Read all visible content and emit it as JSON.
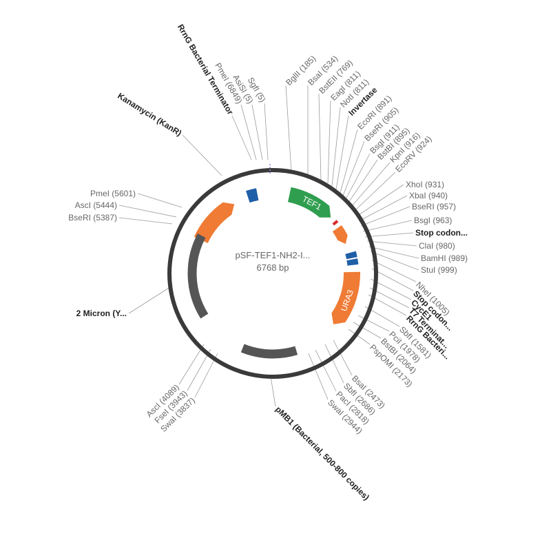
{
  "plasmid": {
    "name": "pSF-TEF1-NH2-I...",
    "size": "6768 bp",
    "colors": {
      "backbone": "#3a3a3a",
      "orange": "#ef7b35",
      "green": "#2f9e4f",
      "blue": "#1f5fa8",
      "gray": "#555555",
      "red": "#d62b2b",
      "leader": "#9a9a9a"
    }
  },
  "features": [
    {
      "name": "TEF1",
      "text": "TEF1",
      "color": "#2f9e4f"
    },
    {
      "name": "URA3",
      "text": "URA3",
      "color": "#ef7b35"
    },
    {
      "name": "Kanamycin (KanR)",
      "text": "",
      "color": "#ef7b35"
    },
    {
      "name": "2 Micron (Y...",
      "text": "",
      "color": "#555555"
    },
    {
      "name": "pMB1 (Bacterial, 500-800 copies)",
      "text": "",
      "color": "#555555"
    },
    {
      "name": "Invertase",
      "text": "",
      "color": "#ef7b35"
    },
    {
      "name": "Stop codon...",
      "text": "",
      "color": "#d62b2b"
    },
    {
      "name": "RrnG Bacterial Terminator",
      "text": "",
      "color": "#1f5fa8"
    },
    {
      "name": "RrnG Bacteri...",
      "text": "",
      "color": "#1f5fa8"
    },
    {
      "name": "T7 Terminat...",
      "text": "",
      "color": "#1f5fa8"
    }
  ],
  "sites": [
    {
      "text": "RrnG Bacterial Terminator",
      "bold": true
    },
    {
      "text": "PmeI (6849)",
      "bold": false
    },
    {
      "text": "AsiSI (5)",
      "bold": false
    },
    {
      "text": "SgfI (5)",
      "bold": false
    },
    {
      "text": "Kanamycin (KanR)",
      "bold": true
    },
    {
      "text": "PmeI (5601)",
      "bold": false
    },
    {
      "text": "AscI (5444)",
      "bold": false
    },
    {
      "text": "BseRI (5387)",
      "bold": false
    },
    {
      "text": "2 Micron (Y...",
      "bold": true
    },
    {
      "text": "AscI (4089)",
      "bold": false
    },
    {
      "text": "FseI (3943)",
      "bold": false
    },
    {
      "text": "SwaI (3837)",
      "bold": false
    },
    {
      "text": "pMB1 (Bacterial, 500-800 copies)",
      "bold": true
    },
    {
      "text": "SwaI (2944)",
      "bold": false
    },
    {
      "text": "PacI (2818)",
      "bold": false
    },
    {
      "text": "SbfI (2686)",
      "bold": false
    },
    {
      "text": "BsaI (2473)",
      "bold": false
    },
    {
      "text": "PspOMI (2173)",
      "bold": false
    },
    {
      "text": "BstBI (2064)",
      "bold": false
    },
    {
      "text": "PciI (1978)",
      "bold": false
    },
    {
      "text": "SbfI (1581)",
      "bold": false
    },
    {
      "text": "RrnG Bacteri...",
      "bold": true
    },
    {
      "text": "T7 Terminat...",
      "bold": true
    },
    {
      "text": "CycE1",
      "bold": true
    },
    {
      "text": "Stop codon...",
      "bold": true
    },
    {
      "text": "NheI (1005)",
      "bold": false
    },
    {
      "text": "StuI (999)",
      "bold": false
    },
    {
      "text": "BamHI (989)",
      "bold": false
    },
    {
      "text": "ClaI (980)",
      "bold": false
    },
    {
      "text": "Stop codon...",
      "bold": true
    },
    {
      "text": "BsgI (963)",
      "bold": false
    },
    {
      "text": "BseRI (957)",
      "bold": false
    },
    {
      "text": "XbaI (940)",
      "bold": false
    },
    {
      "text": "XhoI (931)",
      "bold": false
    },
    {
      "text": "EcoRV (924)",
      "bold": false
    },
    {
      "text": "KpnI (916)",
      "bold": false
    },
    {
      "text": "BstBI (895)",
      "bold": false
    },
    {
      "text": "BsgI (911)",
      "bold": false
    },
    {
      "text": "BseRI (905)",
      "bold": false
    },
    {
      "text": "EcoRI (891)",
      "bold": false
    },
    {
      "text": "Invertase",
      "bold": true
    },
    {
      "text": "NotI (811)",
      "bold": false
    },
    {
      "text": "EagI (811)",
      "bold": false
    },
    {
      "text": "BstEII (769)",
      "bold": false
    },
    {
      "text": "BsaI (534)",
      "bold": false
    },
    {
      "text": "BglII (185)",
      "bold": false
    }
  ]
}
